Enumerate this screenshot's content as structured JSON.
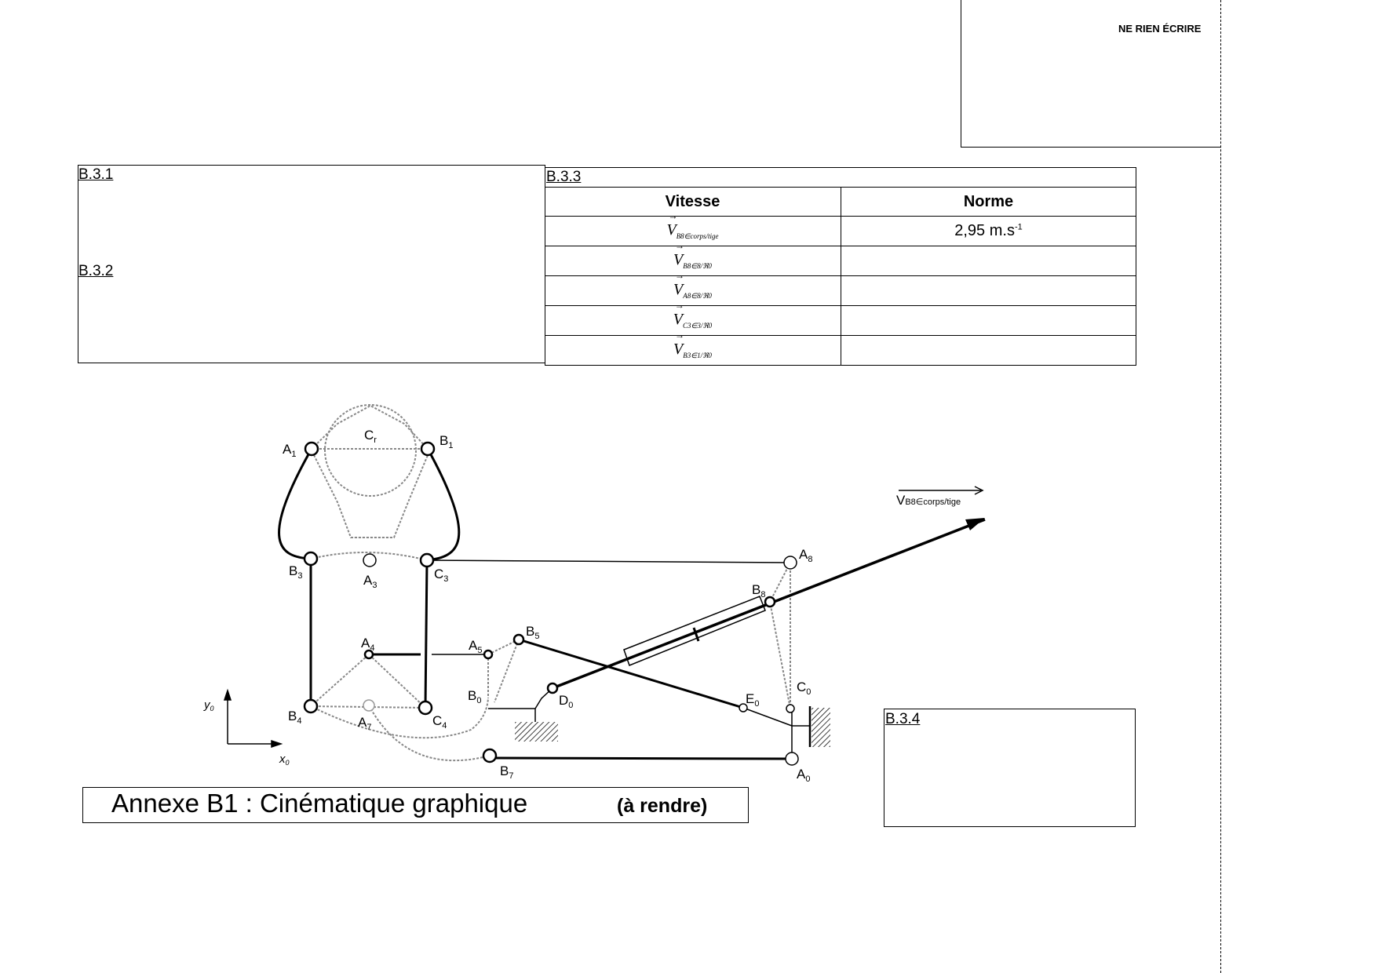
{
  "header": {
    "ne_rien_ecrire": "NE RIEN ÉCRIRE"
  },
  "sections": {
    "b31": "B.3.1",
    "b32": "B.3.2",
    "b33": "B.3.3",
    "b34": "B.3.4"
  },
  "table": {
    "headers": [
      "Vitesse",
      "Norme"
    ],
    "rows": [
      {
        "v": "V",
        "sub": "B8∈corps/tige",
        "norme": "2,95 m.s",
        "exp": "-1"
      },
      {
        "v": "V",
        "sub": "B8∈8/ℜ0",
        "norme": ""
      },
      {
        "v": "V",
        "sub": "A8∈8/ℜ0",
        "norme": ""
      },
      {
        "v": "V",
        "sub": "C3∈3/ℜ0",
        "norme": ""
      },
      {
        "v": "V",
        "sub": "B3∈1/ℜ0",
        "norme": ""
      }
    ]
  },
  "diagram": {
    "points": {
      "A1": "A",
      "B1": "B",
      "Cr": "C",
      "B3": "B",
      "A3": "A",
      "C3": "C",
      "A8": "A",
      "B8": "B",
      "A4": "A",
      "A5": "A",
      "B5": "B",
      "B0": "B",
      "D0": "D",
      "E0": "E",
      "C0": "C",
      "B4": "B",
      "A7": "A",
      "C4": "C",
      "B7": "B",
      "A0": "A"
    },
    "subs": {
      "A1": "1",
      "B1": "1",
      "Cr": "r",
      "B3": "3",
      "A3": "3",
      "C3": "3",
      "A8": "8",
      "B8": "8",
      "A4": "4",
      "A5": "5",
      "B5": "5",
      "B0": "0",
      "D0": "0",
      "E0": "0",
      "C0": "0",
      "B4": "4",
      "A7": "7",
      "C4": "4",
      "B7": "7",
      "A0": "0"
    },
    "velocity_label": "V",
    "velocity_sub": "B8∈corps/tige",
    "axis_y": "y",
    "axis_x": "x",
    "axis_sub": "0"
  },
  "title": {
    "main": "Annexe B1 : Cinématique graphique",
    "note": "(à rendre)"
  }
}
